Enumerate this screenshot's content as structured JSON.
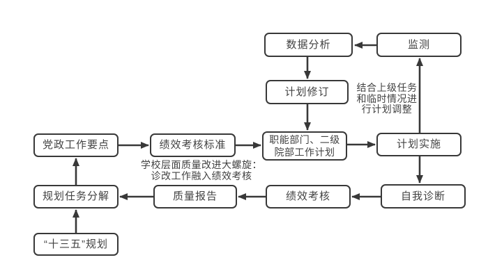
{
  "diagram": {
    "title_hint": "学校计划诊改流程图",
    "nodes": {
      "data_analysis": "数据分析",
      "monitoring": "监测",
      "plan_revision": "计划修订",
      "party_gov_points": "党政工作要点",
      "assessment_standard": "绩效考核标准",
      "dept_plan_line1": "职能部门、二级",
      "dept_plan_line2": "院部工作计划",
      "plan_implement": "计划实施",
      "task_breakdown": "规划任务分解",
      "quality_report": "质量报告",
      "assessment": "绩效考核",
      "self_diagnosis": "自我诊断",
      "five_year_plan": "“十三五”规划"
    },
    "annotations": {
      "adjust_line1": "结合上级任务",
      "adjust_line2": "和临时情况进",
      "adjust_line3": "行计划调整",
      "spiral_line1": "学校层面质量改进大螺旋：",
      "spiral_line2": "诊改工作融入绩效考核"
    },
    "colors": {
      "stroke": "#383838",
      "text": "#424242",
      "background": "#ffffff"
    }
  }
}
